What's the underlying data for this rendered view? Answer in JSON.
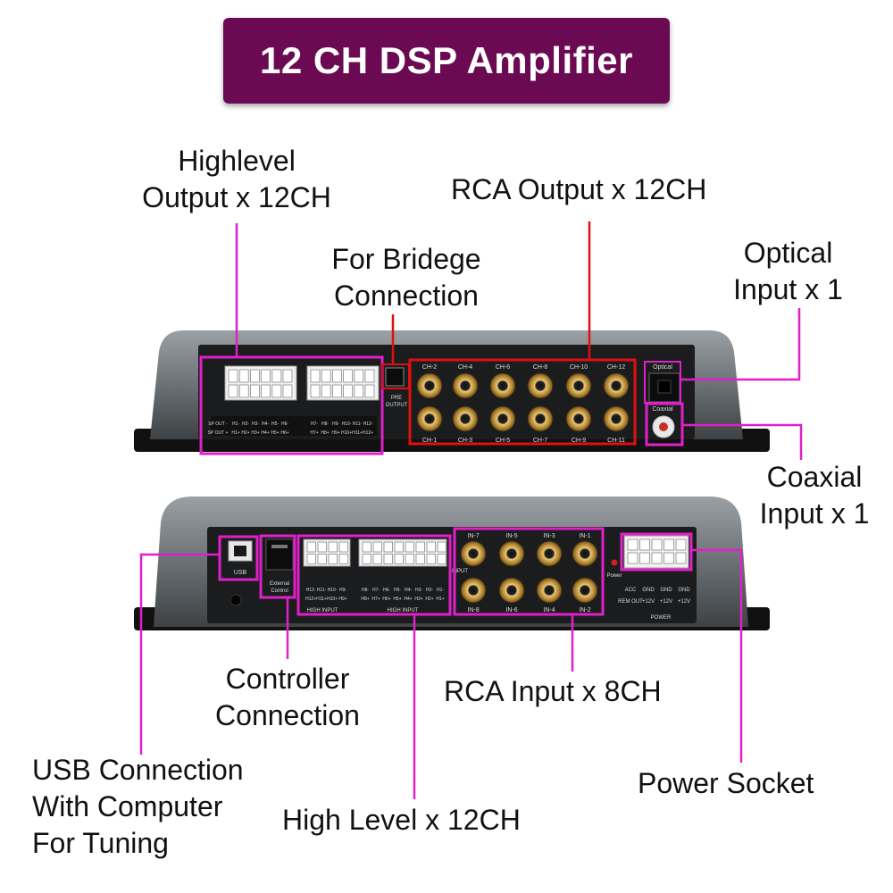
{
  "title": "12 CH DSP Amplifier",
  "colors": {
    "banner": "#6b0a52",
    "callout": "#e020c8",
    "rca_box": "#e01010",
    "chassis_side": "#6f7478",
    "chassis_panel": "#1c1d1f",
    "rca_gold": "#c9a04a"
  },
  "labels": {
    "highlevel_output": [
      "Highlevel",
      "Output x 12CH"
    ],
    "rca_output": "RCA Output x 12CH",
    "bridge": [
      "For Bridege",
      "Connection"
    ],
    "optical": [
      "Optical",
      "Input x 1"
    ],
    "coaxial": [
      "Coaxial",
      "Input x 1"
    ],
    "controller": [
      "Controller",
      "Connection"
    ],
    "rca_input": "RCA Input x 8CH",
    "usb": [
      "USB Connection",
      "With Computer",
      "For Tuning"
    ],
    "high_level_in": "High Level x 12CH",
    "power": "Power Socket"
  },
  "top_unit": {
    "rca_top_row": [
      "CH-2",
      "CH-4",
      "CH-6",
      "CH-8",
      "CH-10",
      "CH-12"
    ],
    "rca_bottom_row": [
      "CH-1",
      "CH-3",
      "CH-5",
      "CH-7",
      "CH-9",
      "CH-11"
    ],
    "pre_output": [
      "PRE",
      "OUTPUT"
    ],
    "optical_tag": "Optical",
    "coaxial_tag": "Coaxial",
    "sp_out": "SP OUT",
    "h_left_top": [
      "H1-",
      "H2-",
      "H3-",
      "H4-",
      "H5-",
      "H6-"
    ],
    "h_left_bottom": [
      "H1+",
      "H2+",
      "H3+",
      "H4+",
      "H5+",
      "H6+"
    ],
    "h_right_top": [
      "H7-",
      "H8-",
      "H9-",
      "H10-",
      "H11-",
      "H12-"
    ],
    "h_right_bottom": [
      "H7+",
      "H8+",
      "H9+",
      "H10+",
      "H11+",
      "H12+"
    ]
  },
  "bottom_unit": {
    "usb_tag": "USB",
    "ext_control": [
      "External",
      "Control"
    ],
    "rca_in_top": [
      "IN-7",
      "IN-5",
      "IN-3",
      "IN-1"
    ],
    "rca_in_bottom": [
      "IN-8",
      "IN-6",
      "IN-4",
      "IN-2"
    ],
    "input_tag": "INPUT",
    "power_tag": "Power",
    "power_group": "POWER",
    "power_top": [
      "ACC",
      "GND",
      "GND",
      "GND"
    ],
    "power_bottom": [
      "REM OUT",
      "+12V",
      "+12V",
      "+12V"
    ],
    "high_input": "HIGH INPUT",
    "hi_left_top": [
      "H12-",
      "H11-",
      "H10-",
      "H9-"
    ],
    "hi_left_bottom": [
      "H12+",
      "H11+",
      "H10+",
      "H9+"
    ],
    "hi_right_top": [
      "H8-",
      "H7-",
      "H6-",
      "H5-",
      "H4-",
      "H3-",
      "H2-",
      "H1-"
    ],
    "hi_right_bottom": [
      "H8+",
      "H7+",
      "H6+",
      "H5+",
      "H4+",
      "H3+",
      "H2+",
      "H1+"
    ]
  }
}
